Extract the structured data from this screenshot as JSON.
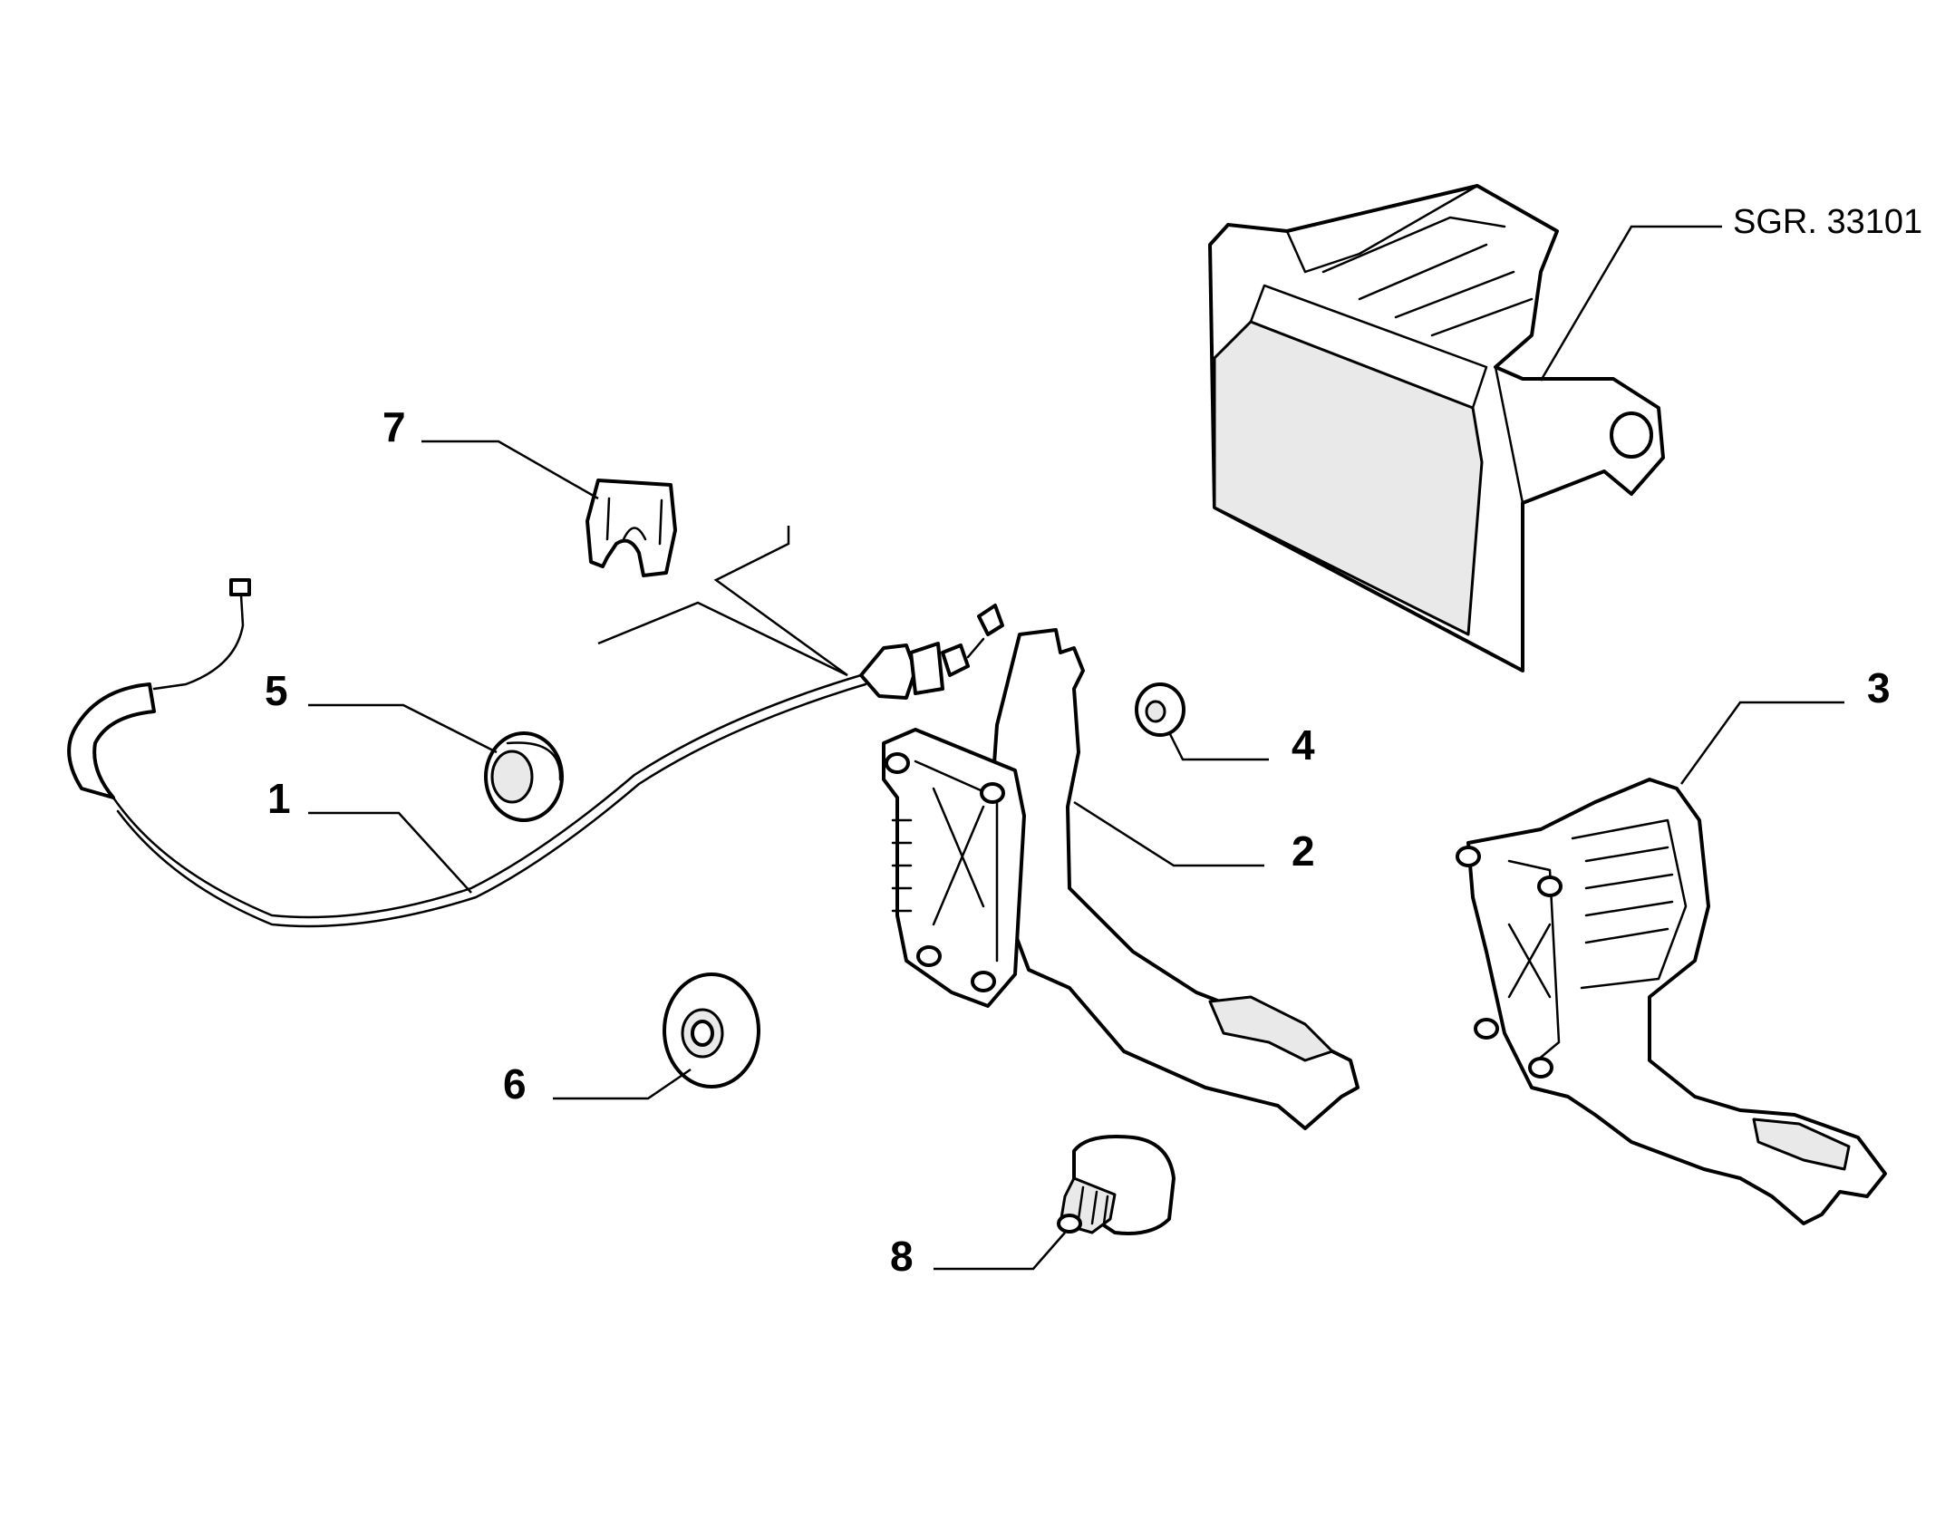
{
  "reference": "SGR. 33101",
  "callouts": [
    "1",
    "2",
    "3",
    "4",
    "5",
    "6",
    "7",
    "8"
  ],
  "colors": {
    "line": "#000000",
    "background": "#ffffff",
    "shade": "#e9e9e9"
  }
}
